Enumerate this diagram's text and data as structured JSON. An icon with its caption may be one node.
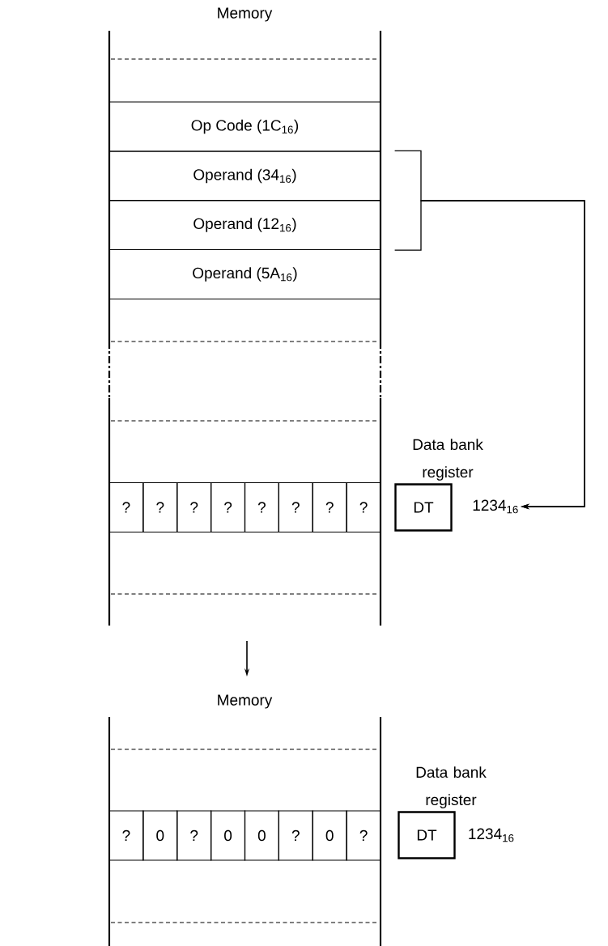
{
  "diagram": {
    "nodes": [
      {
        "text": [
          "Op Code (1C$_{16}$)"
        ]
      },
      {
        "text": [
          "Operand (34$_{16}$)"
        ]
      },
      {
        "text": [
          "Operand (12$_{16}$)"
        ]
      },
      {
        "text": [
          "Operand (5A$_{16}$)"
        ]
      },
      {
        "text": [
          "?"
        ]
      },
      {
        "text": [
          "?"
        ]
      },
      {
        "text": [
          "?"
        ]
      },
      {
        "text": [
          "?"
        ]
      },
      {
        "text": [
          "?"
        ]
      },
      {
        "text": [
          "?"
        ]
      },
      {
        "text": [
          "?"
        ]
      },
      {
        "text": [
          "?"
        ]
      },
      {
        "text": [
          "Data bank register",
          "DT"
        ]
      },
      {
        "text": [
          "1234$_{16}$"
        ]
      },
      {
        "text": [
          "?"
        ]
      },
      {
        "text": [
          "0"
        ]
      },
      {
        "text": [
          "?"
        ]
      },
      {
        "text": [
          "0"
        ]
      },
      {
        "text": [
          "0"
        ]
      },
      {
        "text": [
          "?"
        ]
      },
      {
        "text": [
          "0"
        ]
      },
      {
        "text": [
          "?"
        ]
      },
      {
        "text": [
          "Data bank register",
          "DT"
        ],
        "beside": [
          "1234$_{16}$"
        ]
      }
    ],
    "edges": [
      {
        "from": 1,
        "to": 13,
        "arrow": "to"
      },
      {
        "from": 2,
        "to": 13,
        "arrow": "to"
      }
    ],
    "labels": [
      "Memory",
      "Memory"
    ]
  }
}
